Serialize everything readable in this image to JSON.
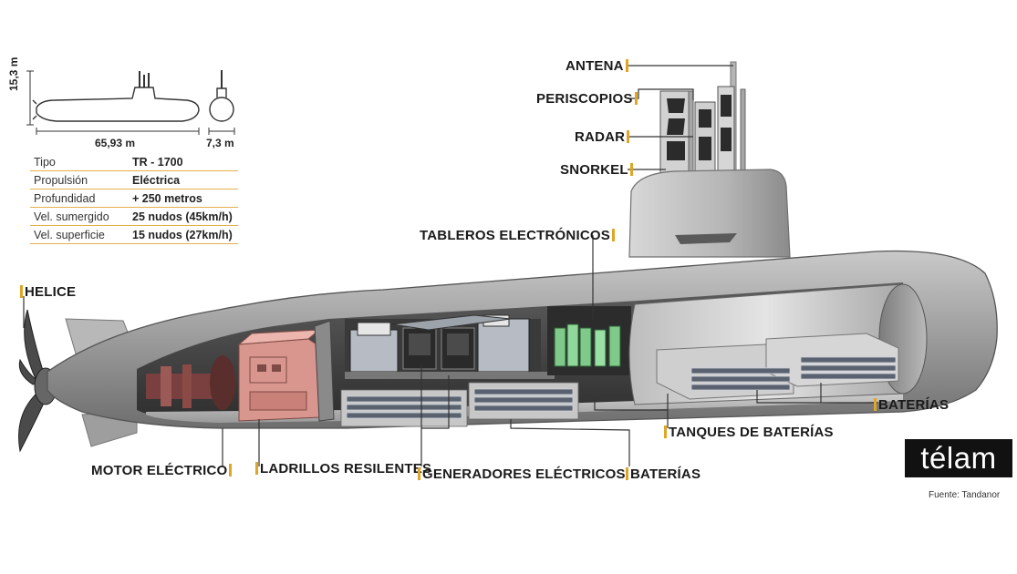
{
  "specs": {
    "height": "15,3 m",
    "length": "65,93 m",
    "beam": "7,3 m",
    "rows": [
      {
        "key": "Tipo",
        "value": "TR - 1700"
      },
      {
        "key": "Propulsión",
        "value": "Eléctrica"
      },
      {
        "key": "Profundidad",
        "value": "+ 250 metros"
      },
      {
        "key": "Vel. sumergido",
        "value": "25 nudos (45km/h)"
      },
      {
        "key": "Vel. superficie",
        "value": "15 nudos (27km/h)"
      }
    ]
  },
  "labels": {
    "antena": "ANTENA",
    "periscopios": "PERISCOPIOS",
    "radar": "RADAR",
    "snorkel": "SNORKEL",
    "tableros": "TABLEROS ELECTRÓNICOS",
    "helice": "HELICE",
    "motor": "MOTOR ELÉCTRICO",
    "ladrillos": "LADRILLOS RESILENTES",
    "generadores": "GENERADORES ELÉCTRICOS",
    "baterias_bottom": "BATERÍAS",
    "tanques": "TANQUES DE BATERÍAS",
    "baterias_right": "BATERÍAS"
  },
  "brand": {
    "logo": "télam",
    "source": "Fuente: Tandanor"
  },
  "colors": {
    "accent": "#e0a526",
    "hull": "#8a8a8a",
    "motor": "#d9968e",
    "battery": "#5a6270",
    "electronics_green": "#7fc98a"
  }
}
